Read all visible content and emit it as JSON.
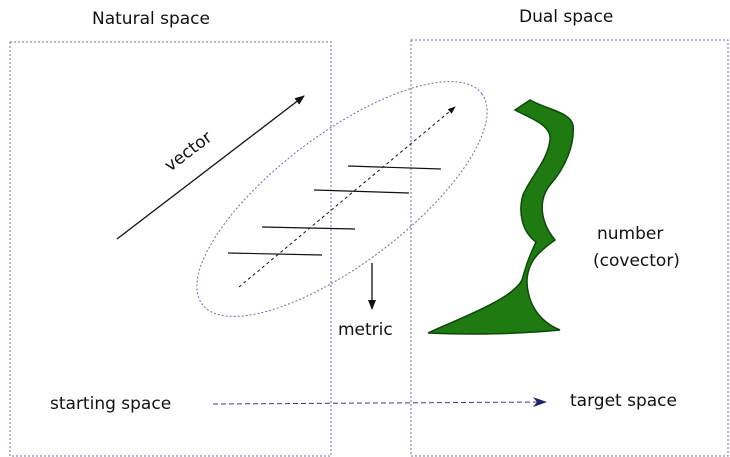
{
  "labels": {
    "natural_space": "Natural space",
    "dual_space": "Dual space",
    "vector": "vector",
    "number_line1": "number",
    "number_line2": "(covector)",
    "metric": "metric",
    "starting_space": "starting space",
    "target_space": "target space"
  },
  "colors": {
    "frame": "#6b6fa8",
    "ink": "#111111",
    "covector_fill": "#1f7a12",
    "covector_stroke": "#0b4a06",
    "arrow_dashed": "#3a3f8a"
  }
}
